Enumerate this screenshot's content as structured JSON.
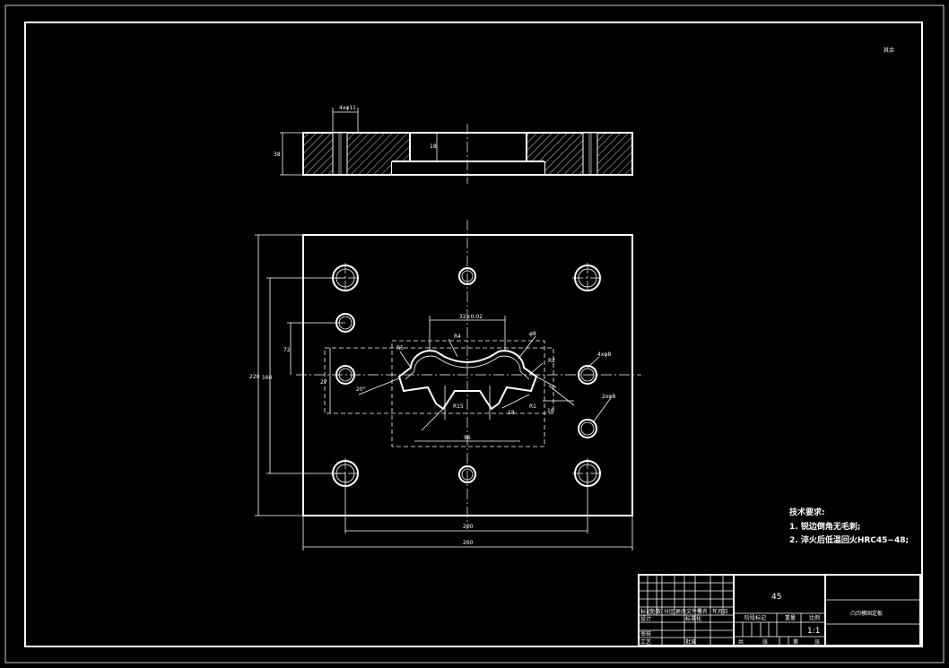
{
  "sheet": {
    "corner_note": "其余"
  },
  "side_view": {
    "dim_bolt_hole": "4xφ11",
    "dim_height": "38",
    "dim_depth": "18"
  },
  "plan_view": {
    "dim_overall_width": "260",
    "dim_hole_span_x": "200",
    "dim_overall_height": "220",
    "dim_hole_span_y": "160",
    "dim_pilot_offset": "72",
    "dim_cavity_width": "32±0.02",
    "dim_cavity_height": "27",
    "dim_cavity_lower": "96",
    "dim_r4": "R4",
    "dim_r5": "R5",
    "dim_r2": "R2",
    "dim_r15": "R15",
    "dim_r1": "R1",
    "dim_phi8": "φ8",
    "dim_pilot_holes": "4xφ8",
    "dim_screw_holes": "2xφ8",
    "dim_angle": "20°",
    "dim_small_a": "18",
    "dim_small_b": "16"
  },
  "notes": {
    "heading": "技术要求:",
    "items": [
      "1. 锐边倒角无毛刺;",
      "2. 淬火后低温回火HRC45~48;"
    ]
  },
  "title_block": {
    "material": "45",
    "part_name": "凸凹模固定板",
    "scale": "1:1",
    "header_cells": [
      "标记",
      "处数",
      "分区",
      "更改文件号",
      "签名",
      "年月日"
    ],
    "row_labels": [
      "设计",
      "审核",
      "工艺",
      "标准化",
      "批准"
    ],
    "stage_labels": [
      "阶段标记",
      "重量",
      "比例"
    ],
    "sheet_labels": [
      "共",
      "张",
      "第",
      "张"
    ]
  }
}
